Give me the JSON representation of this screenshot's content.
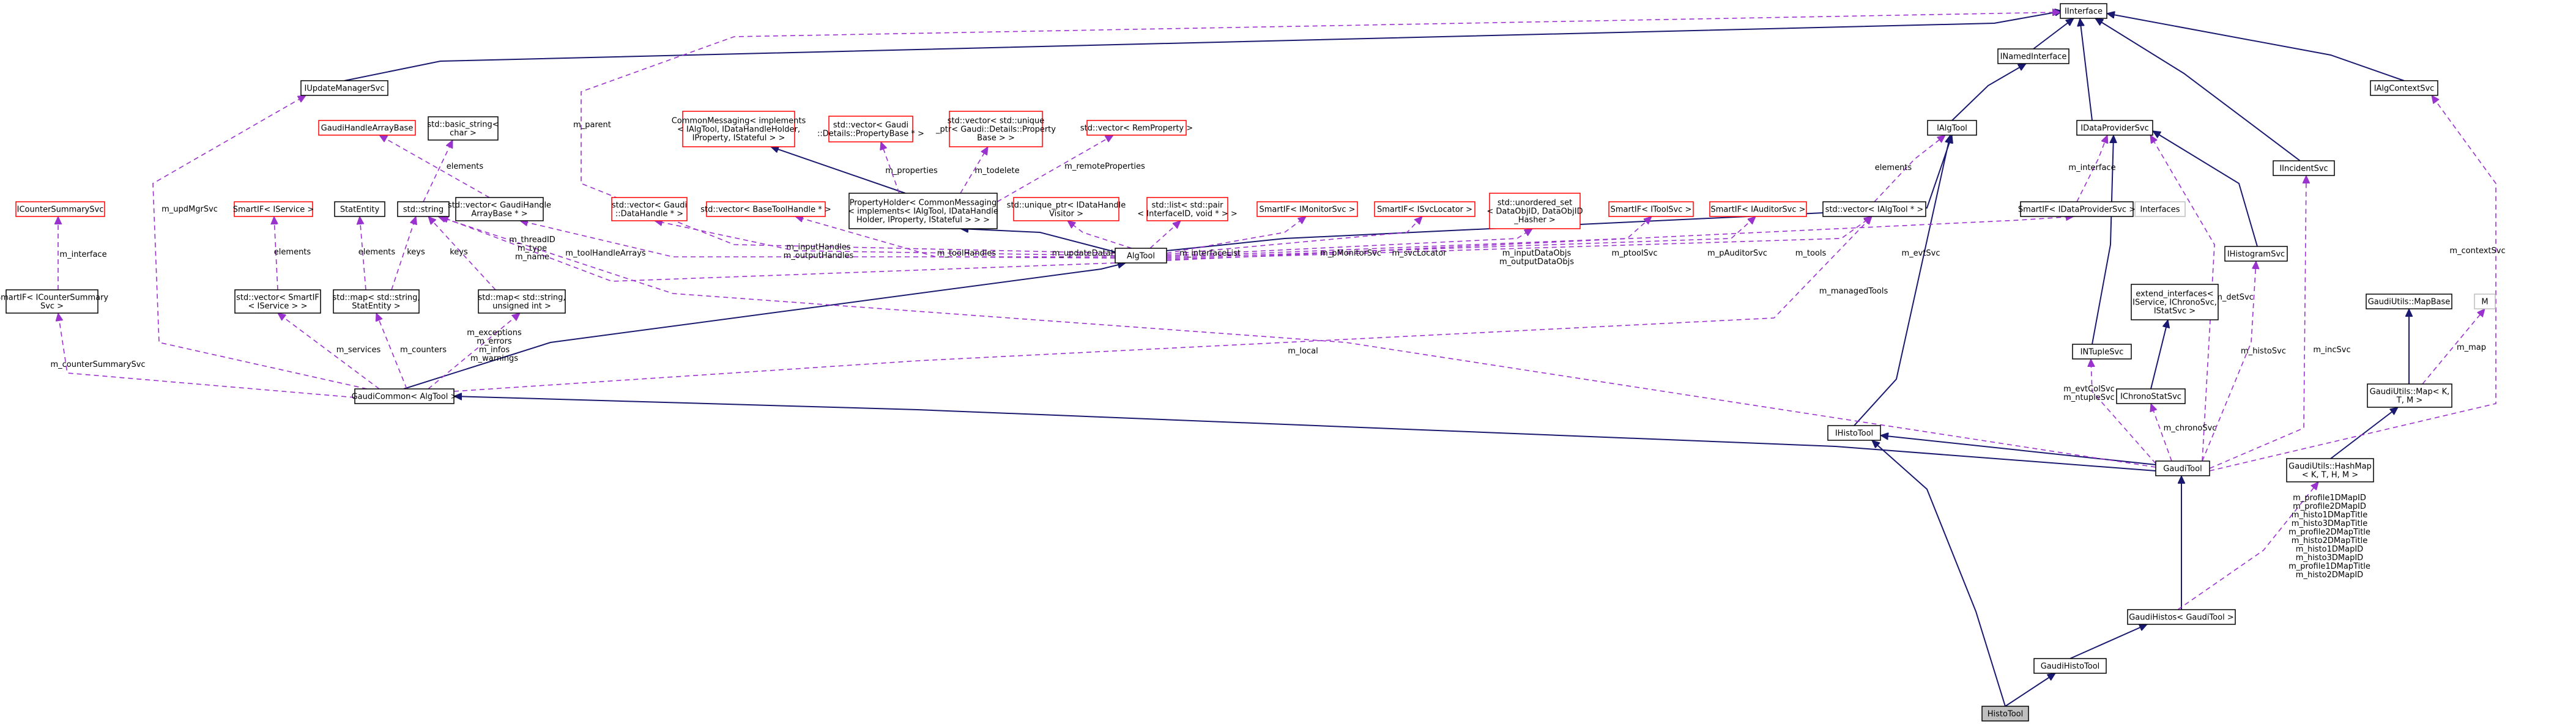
{
  "colors": {
    "inherit_edge": "#191970",
    "usage_edge": "#9a32cd",
    "node_black": "#000000",
    "node_red": "#ff0000",
    "node_gray": "#bfbfbf",
    "focus_fill": "#bfbfbf",
    "label_text": "#000000"
  },
  "nodes": {
    "n_iinterface": {
      "lines": [
        "IInterface"
      ]
    },
    "n_iupdatemanagersvc": {
      "lines": [
        "IUpdateManagerSvc"
      ]
    },
    "n_inamedinterface": {
      "lines": [
        "INamedInterface"
      ]
    },
    "n_ialgcontextsvc": {
      "lines": [
        "IAlgContextSvc"
      ]
    },
    "n_gaudihandlearraybase": {
      "lines": [
        "GaudiHandleArrayBase"
      ]
    },
    "n_basic_string": {
      "lines": [
        "std::basic_string<",
        "char >"
      ]
    },
    "n_commonmessaging": {
      "lines": [
        "CommonMessaging< implements",
        "< IAlgTool, IDataHandleHolder,",
        "IProperty, IStateful > >"
      ]
    },
    "n_vec_propbase": {
      "lines": [
        "std::vector< Gaudi",
        "::Details::PropertyBase * >"
      ]
    },
    "n_vec_uniqueptr": {
      "lines": [
        "std::vector< std::unique",
        "_ptr< Gaudi::Details::Property",
        "Base > >"
      ]
    },
    "n_vec_remprop": {
      "lines": [
        "std::vector< RemProperty >"
      ]
    },
    "n_ialgtool": {
      "lines": [
        "IAlgTool"
      ]
    },
    "n_idataprovidersvc": {
      "lines": [
        "IDataProviderSvc"
      ]
    },
    "n_iincidentsvc": {
      "lines": [
        "IIncidentSvc"
      ]
    },
    "n_icountersummarysvc": {
      "lines": [
        "ICounterSummarySvc"
      ]
    },
    "n_smartif_iservice": {
      "lines": [
        "SmartIF< IService >"
      ]
    },
    "n_statentity": {
      "lines": [
        "StatEntity"
      ]
    },
    "n_std_string": {
      "lines": [
        "std::string"
      ]
    },
    "n_vec_gaudihandlearray": {
      "lines": [
        "std::vector< GaudiHandle",
        "ArrayBase * >"
      ]
    },
    "n_vec_datahandle": {
      "lines": [
        "std::vector< Gaudi",
        "::DataHandle * >"
      ]
    },
    "n_vec_basetoolhandle": {
      "lines": [
        "std::vector< BaseToolHandle * >"
      ]
    },
    "n_propertyholder": {
      "lines": [
        "PropertyHolder< CommonMessaging",
        "< implements< IAlgTool, IDataHandle",
        "Holder, IProperty, IStateful > > >"
      ]
    },
    "n_unique_ptr_visitor": {
      "lines": [
        "std::unique_ptr< IDataHandle",
        "Visitor >"
      ]
    },
    "n_list_pair": {
      "lines": [
        "std::list< std::pair",
        "< InterfaceID, void * > >"
      ]
    },
    "n_smartif_imonitorsvc": {
      "lines": [
        "SmartIF< IMonitorSvc >"
      ]
    },
    "n_smartif_isvclocator": {
      "lines": [
        "SmartIF< ISvcLocator >"
      ]
    },
    "n_unordered_set": {
      "lines": [
        "std::unordered_set",
        "< DataObjID, DataObjID",
        "_Hasher >"
      ]
    },
    "n_smartif_itoolsvc": {
      "lines": [
        "SmartIF< IToolSvc >"
      ]
    },
    "n_smartif_iauditorsvc": {
      "lines": [
        "SmartIF< IAuditorSvc >"
      ]
    },
    "n_vec_ialgtool": {
      "lines": [
        "std::vector< IAlgTool * >"
      ]
    },
    "n_smartif_idataprovidersvc": {
      "lines": [
        "SmartIF< IDataProviderSvc >"
      ]
    },
    "n_interfaces": {
      "lines": [
        "Interfaces"
      ]
    },
    "n_ihistogramsvc": {
      "lines": [
        "IHistogramSvc"
      ]
    },
    "n_gaudiutils_mapbase": {
      "lines": [
        "GaudiUtils::MapBase"
      ]
    },
    "n_m": {
      "lines": [
        "M"
      ]
    },
    "n_smartif_icountersummarysvc": {
      "lines": [
        "SmartIF< ICounterSummary",
        "Svc >"
      ]
    },
    "n_vec_smartif_iservice": {
      "lines": [
        "std::vector< SmartIF",
        "< IService > >"
      ]
    },
    "n_map_string_statentity": {
      "lines": [
        "std::map< std::string,",
        "StatEntity >"
      ]
    },
    "n_map_string_uint": {
      "lines": [
        "std::map< std::string,",
        "unsigned int >"
      ]
    },
    "n_algtool": {
      "lines": [
        "AlgTool"
      ]
    },
    "n_extend_interfaces": {
      "lines": [
        "extend_interfaces<",
        "IService, IChronoSvc,",
        "IStatSvc >"
      ]
    },
    "n_intuplesvc": {
      "lines": [
        "INTupleSvc"
      ]
    },
    "n_gaudiutils_map": {
      "lines": [
        "GaudiUtils::Map< K,",
        "T, M >"
      ]
    },
    "n_gaudicommon": {
      "lines": [
        "GaudiCommon< AlgTool >"
      ]
    },
    "n_ichronostatsvc": {
      "lines": [
        "IChronoStatSvc"
      ]
    },
    "n_ihistotool": {
      "lines": [
        "IHistoTool"
      ]
    },
    "n_gauditool": {
      "lines": [
        "GaudiTool"
      ]
    },
    "n_hashmap": {
      "lines": [
        "GaudiUtils::HashMap",
        "< K, T, H, M >"
      ]
    },
    "n_gaudihistos": {
      "lines": [
        "GaudiHistos< GaudiTool >"
      ]
    },
    "n_gaudihistotool": {
      "lines": [
        "GaudiHistoTool"
      ]
    },
    "n_histotool": {
      "lines": [
        "HistoTool"
      ]
    }
  },
  "edge_labels": {
    "m_parent": [
      "m_parent"
    ],
    "elements_gaudihandle": [
      "elements"
    ],
    "m_properties": [
      "m_properties"
    ],
    "m_todelete": [
      "m_todelete"
    ],
    "m_remoteProperties": [
      "m_remoteProperties"
    ],
    "m_interface_dp": [
      "m_interface"
    ],
    "elements_ialgtool": [
      "elements"
    ],
    "m_updMgrSvc": [
      "m_updMgrSvc"
    ],
    "m_interface_cs": [
      "m_interface"
    ],
    "elements_service": [
      "elements"
    ],
    "elements_stat": [
      "elements"
    ],
    "keys1": [
      "keys"
    ],
    "keys2": [
      "keys"
    ],
    "m_threadID": [
      "m_threadID",
      "m_type",
      "m_name"
    ],
    "m_toolHandleArrays": [
      "m_toolHandleArrays"
    ],
    "m_inputHandles": [
      "m_inputHandles",
      "m_outputHandles"
    ],
    "m_toolHandles": [
      "m_toolHandles"
    ],
    "m_updateDataHandles": [
      "m_updateDataHandles"
    ],
    "m_interfaceList": [
      "m_interfaceList"
    ],
    "m_pMonitorSvc": [
      "m_pMonitorSvc"
    ],
    "m_svcLocator": [
      "m_svcLocator"
    ],
    "m_inputDataObjs": [
      "m_inputDataObjs",
      "m_outputDataObjs"
    ],
    "m_ptoolSvc": [
      "m_ptoolSvc"
    ],
    "m_pAuditorSvc": [
      "m_pAuditorSvc"
    ],
    "m_tools": [
      "m_tools"
    ],
    "m_evtSvc_alg": [
      "m_evtSvc"
    ],
    "m_evtSvc_right": [
      "m_evtSvc"
    ],
    "m_counterSummarySvc": [
      "m_counterSummarySvc"
    ],
    "m_services": [
      "m_services"
    ],
    "m_counters": [
      "m_counters"
    ],
    "m_exceptions": [
      "m_exceptions",
      "m_errors",
      "m_infos",
      "m_warnings"
    ],
    "m_local": [
      "m_local"
    ],
    "m_managedTools": [
      "m_managedTools"
    ],
    "m_detSvc": [
      "m_detSvc"
    ],
    "m_incSvc": [
      "m_incSvc"
    ],
    "m_contextSvc": [
      "m_contextSvc"
    ],
    "m_histoSvc": [
      "m_histoSvc"
    ],
    "m_map": [
      "m_map"
    ],
    "m_evtColSvc": [
      "m_evtColSvc",
      "m_ntupleSvc"
    ],
    "m_chronoSvc": [
      "m_chronoSvc"
    ],
    "m_histo_maps": [
      "m_profile1DMapID",
      "m_profile2DMapID",
      "m_histo1DMapTitle",
      "m_histo3DMapTitle",
      "m_profile2DMapTitle",
      "m_histo2DMapTitle",
      "m_histo1DMapID",
      "m_histo3DMapID",
      "m_profile1DMapTitle",
      "m_histo2DMapID"
    ]
  }
}
